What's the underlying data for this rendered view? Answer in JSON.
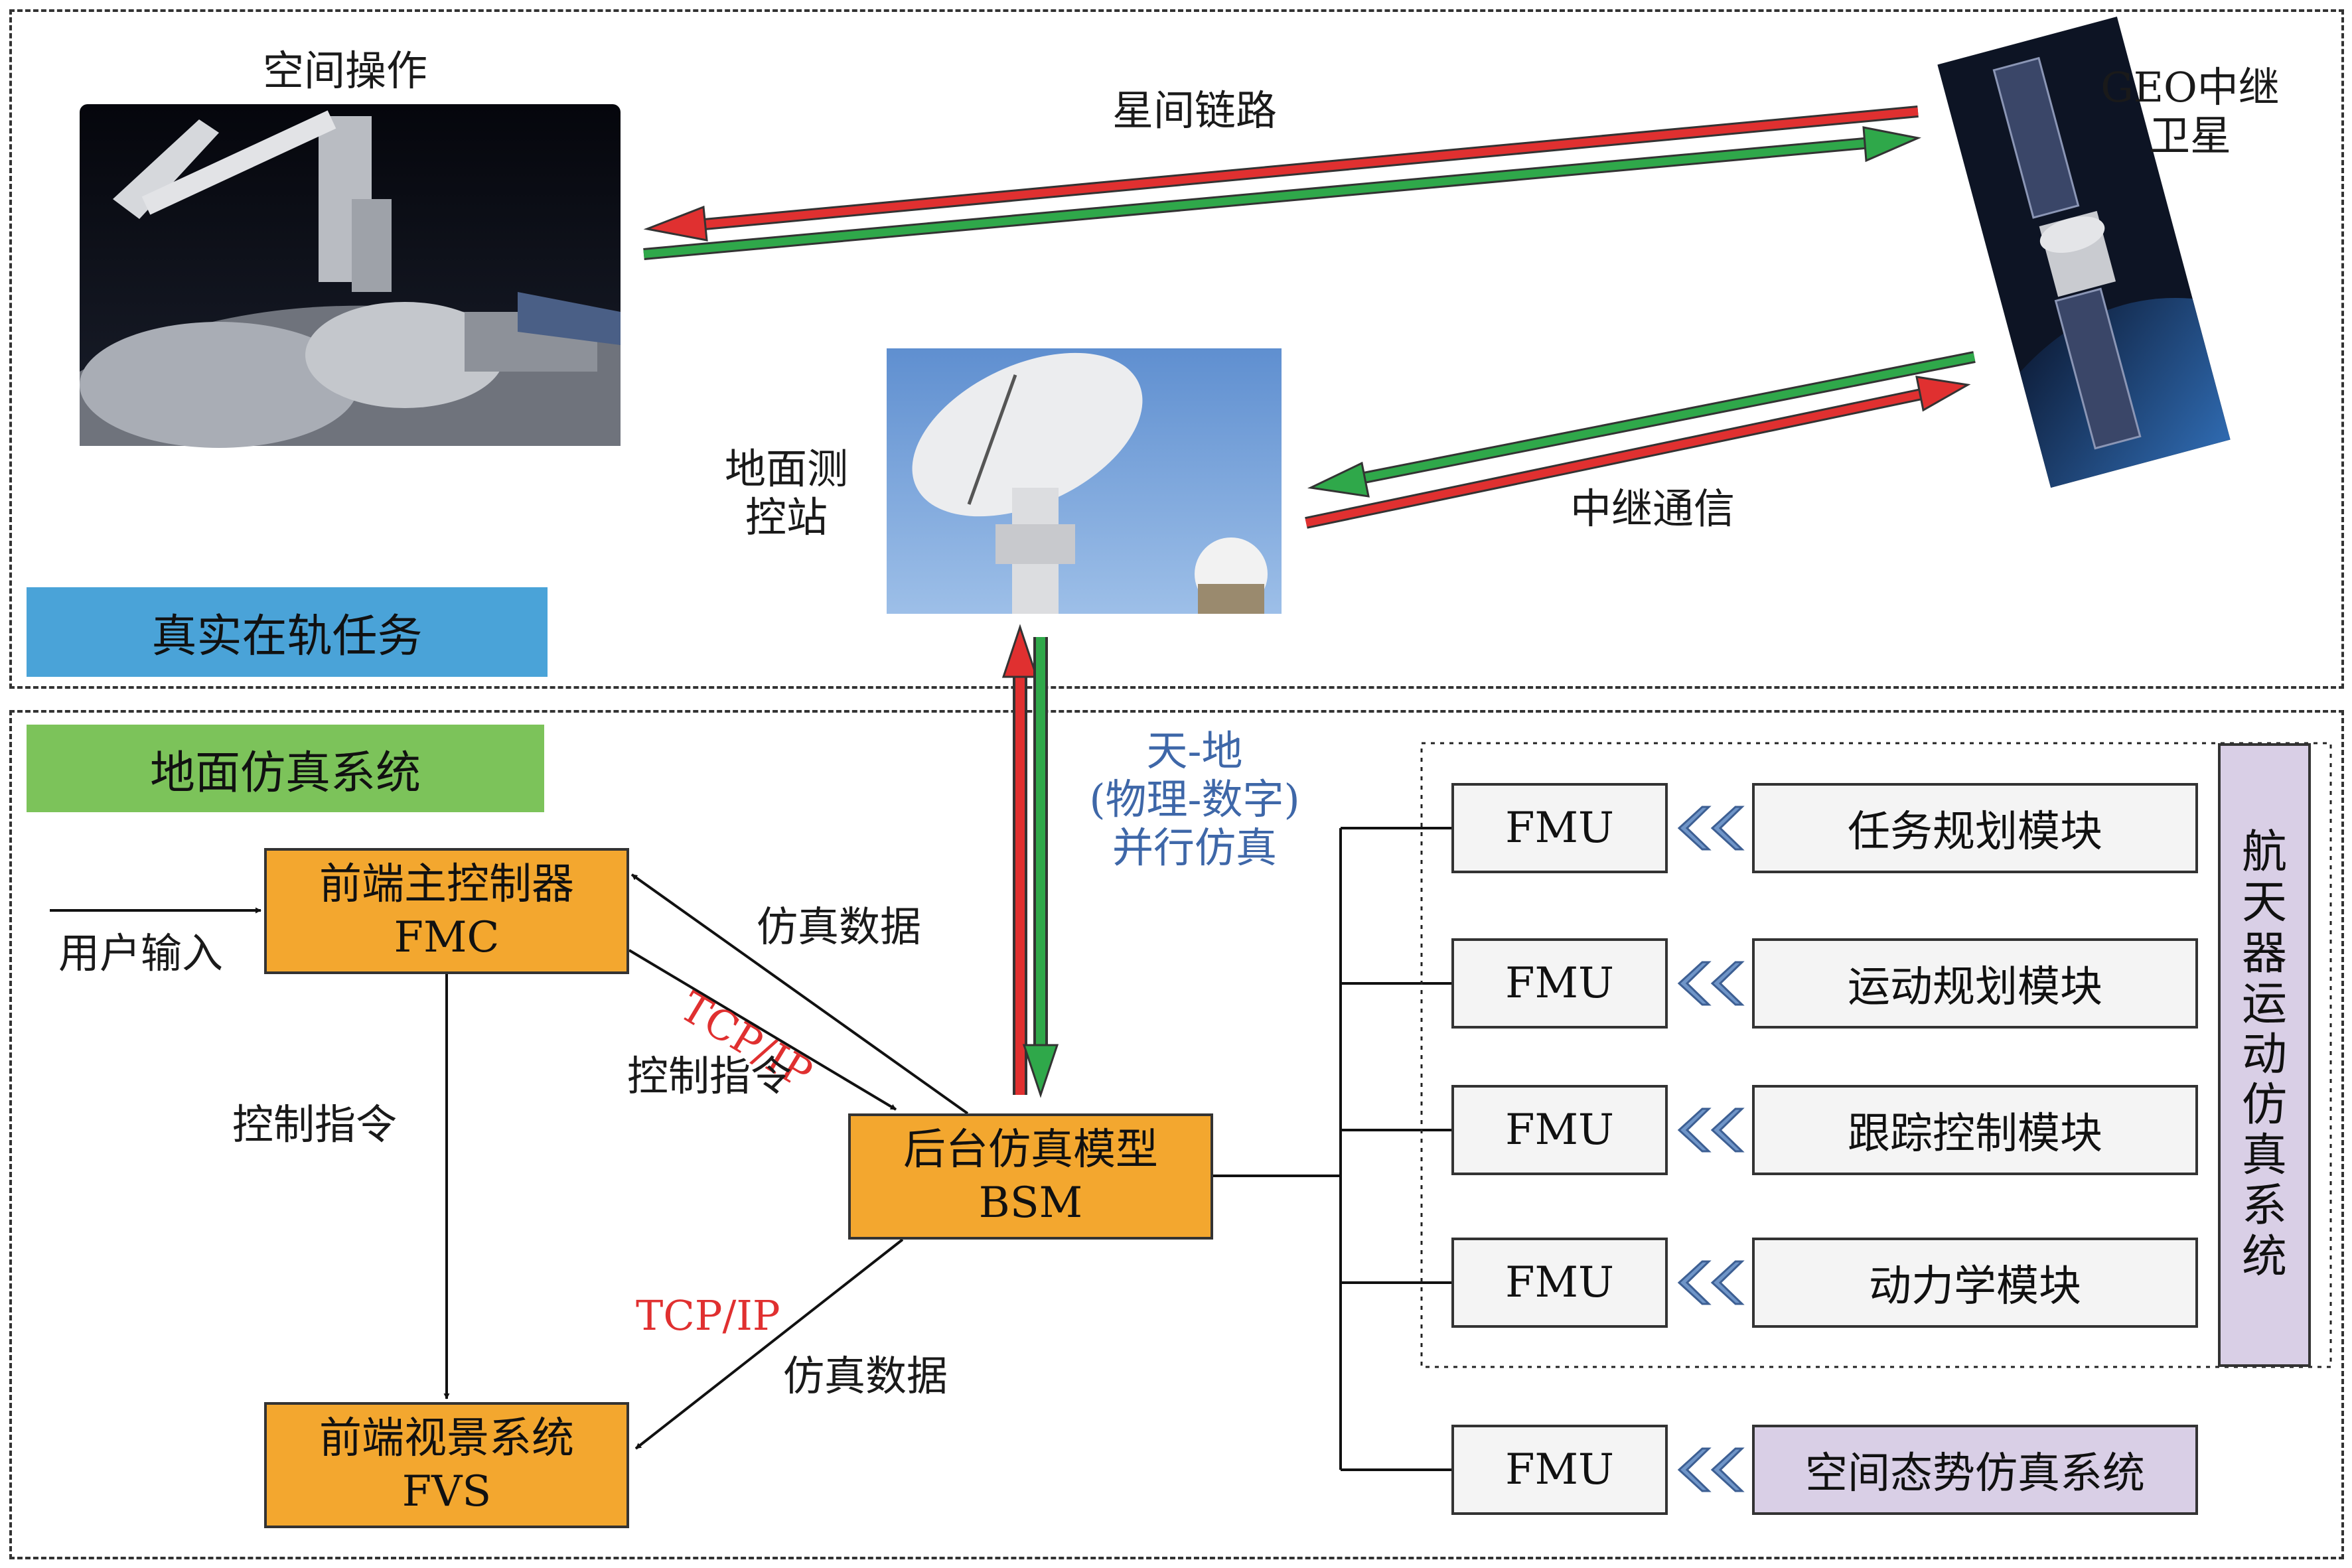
{
  "regions": {
    "real_mission": "真实在轨任务",
    "ground_sim": "地面仿真系统"
  },
  "scene": {
    "space_operation": "空间操作",
    "geo_relay": [
      "GEO中继",
      "卫星"
    ],
    "intersat_link": "星间链路",
    "ground_station": [
      "地面测",
      "控站"
    ],
    "relay_comm": "中继通信"
  },
  "space_ground": [
    "天-地",
    "(物理-数字)",
    "并行仿真"
  ],
  "boxes": {
    "fmc": [
      "前端主控制器",
      "FMC"
    ],
    "bsm": [
      "后台仿真模型",
      "BSM"
    ],
    "fvs": [
      "前端视景系统",
      "FVS"
    ]
  },
  "edges": {
    "user_input": "用户输入",
    "control_cmd_left": "控制指令",
    "sim_data_top": "仿真数据",
    "tcpip_top": "TCP/IP",
    "control_cmd_mid": "控制指令",
    "tcpip_bottom": "TCP/IP",
    "sim_data_bottom": "仿真数据"
  },
  "fmu_label": "FMU",
  "modules": [
    "任务规划模块",
    "运动规划模块",
    "跟踪控制模块",
    "动力学模块"
  ],
  "space_situation": "空间态势仿真系统",
  "spacecraft_system": "航天器运动仿真系统",
  "colors": {
    "orange": "#f3a72f",
    "tag_blue": "#4aa3d8",
    "tag_green": "#7cc35a",
    "arrow_red": "#e03030",
    "arrow_green": "#2fa84a",
    "purple": "#d9cfe6"
  }
}
